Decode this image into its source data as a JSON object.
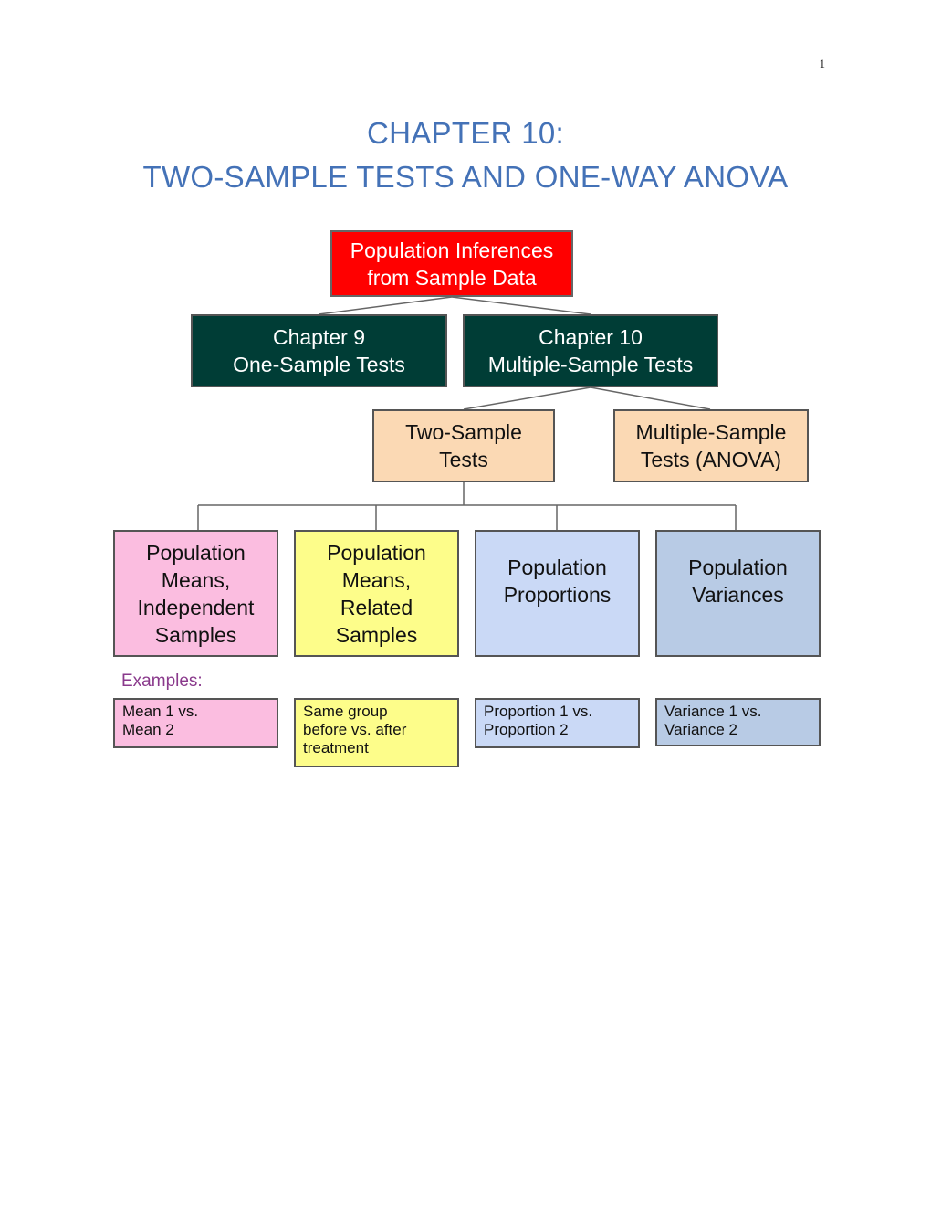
{
  "page_number": "1",
  "title_line1": "CHAPTER 10:",
  "title_line2": "TWO-SAMPLE TESTS AND ONE-WAY ANOVA",
  "diagram": {
    "root": "Population Inferences\nfrom Sample Data",
    "chapter9": "Chapter 9\nOne-Sample Tests",
    "chapter10": "Chapter 10\nMultiple-Sample Tests",
    "two_sample": "Two-Sample\nTests",
    "multi_sample": "Multiple-Sample\nTests (ANOVA)",
    "means_independent": "Population\nMeans,\nIndependent\nSamples",
    "means_related": "Population\nMeans,\nRelated\nSamples",
    "proportions": "Population\nProportions",
    "variances": "Population\nVariances",
    "examples_label": "Examples:",
    "examples": {
      "independent": "Mean 1 vs.\nMean 2",
      "related": "Same group\nbefore vs. after\ntreatment",
      "proportions": "Proportion 1 vs.\nProportion 2",
      "variances": "Variance 1 vs.\nVariance 2"
    },
    "colors": {
      "root_bg": "#ff0000",
      "root_text": "#ffffff",
      "chapter_bg": "#003d36",
      "chapter_text": "#ffffff",
      "test_bg": "#fbd9b4",
      "pink": "#fbbde0",
      "yellow": "#fdfd8a",
      "light_blue": "#cad9f6",
      "steel_blue": "#b8cbe5"
    }
  }
}
